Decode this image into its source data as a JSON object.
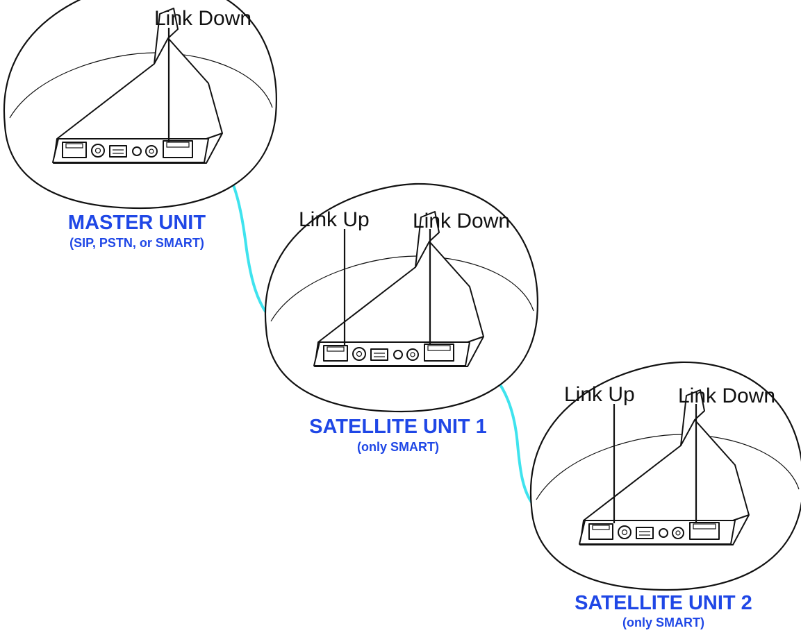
{
  "colors": {
    "title_text": "#1f47e6",
    "cable": "#3fe3ee",
    "line": "#111111"
  },
  "units": [
    {
      "title": "MASTER UNIT",
      "subtitle": "(SIP, PSTN, or SMART)",
      "ports": {
        "down": "Link Down"
      }
    },
    {
      "title": "SATELLITE UNIT 1",
      "subtitle": "(only SMART)",
      "ports": {
        "up": "Link Up",
        "down": "Link Down"
      }
    },
    {
      "title": "SATELLITE UNIT 2",
      "subtitle": "(only SMART)",
      "ports": {
        "up": "Link Up",
        "down": "Link Down"
      }
    }
  ]
}
